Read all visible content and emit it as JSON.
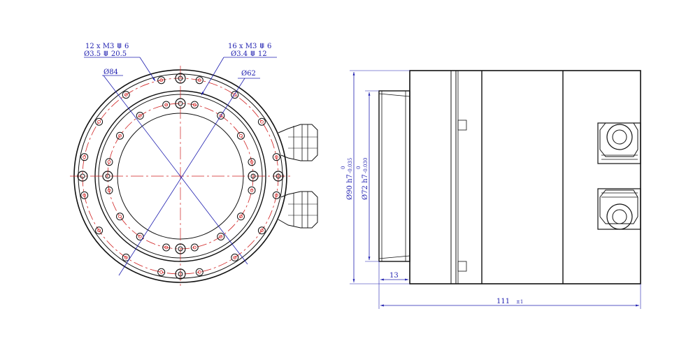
{
  "front_view": {
    "callout_left": {
      "line1": "12 x M3 ⟱ 6",
      "line2": "Ø3.5 ⟱ 20.5"
    },
    "callout_right": {
      "line1": "16 x M3 ⟱ 6",
      "line2": "Ø3.4 ⟱ 12"
    },
    "dia_outer": "Ø84",
    "dia_inner": "Ø62"
  },
  "side_view": {
    "dia_90": "Ø90 h7",
    "tol_90_upper": "0",
    "tol_90_lower": "-0.035",
    "dia_72": "Ø72 h7",
    "tol_72_upper": "0",
    "tol_72_lower": "-0.030",
    "flange_depth": "13",
    "total_length": "111",
    "total_length_tol": "±1"
  },
  "colors": {
    "outline": "#111111",
    "centerline": "#d02020",
    "dimension": "#1f1fb0"
  }
}
